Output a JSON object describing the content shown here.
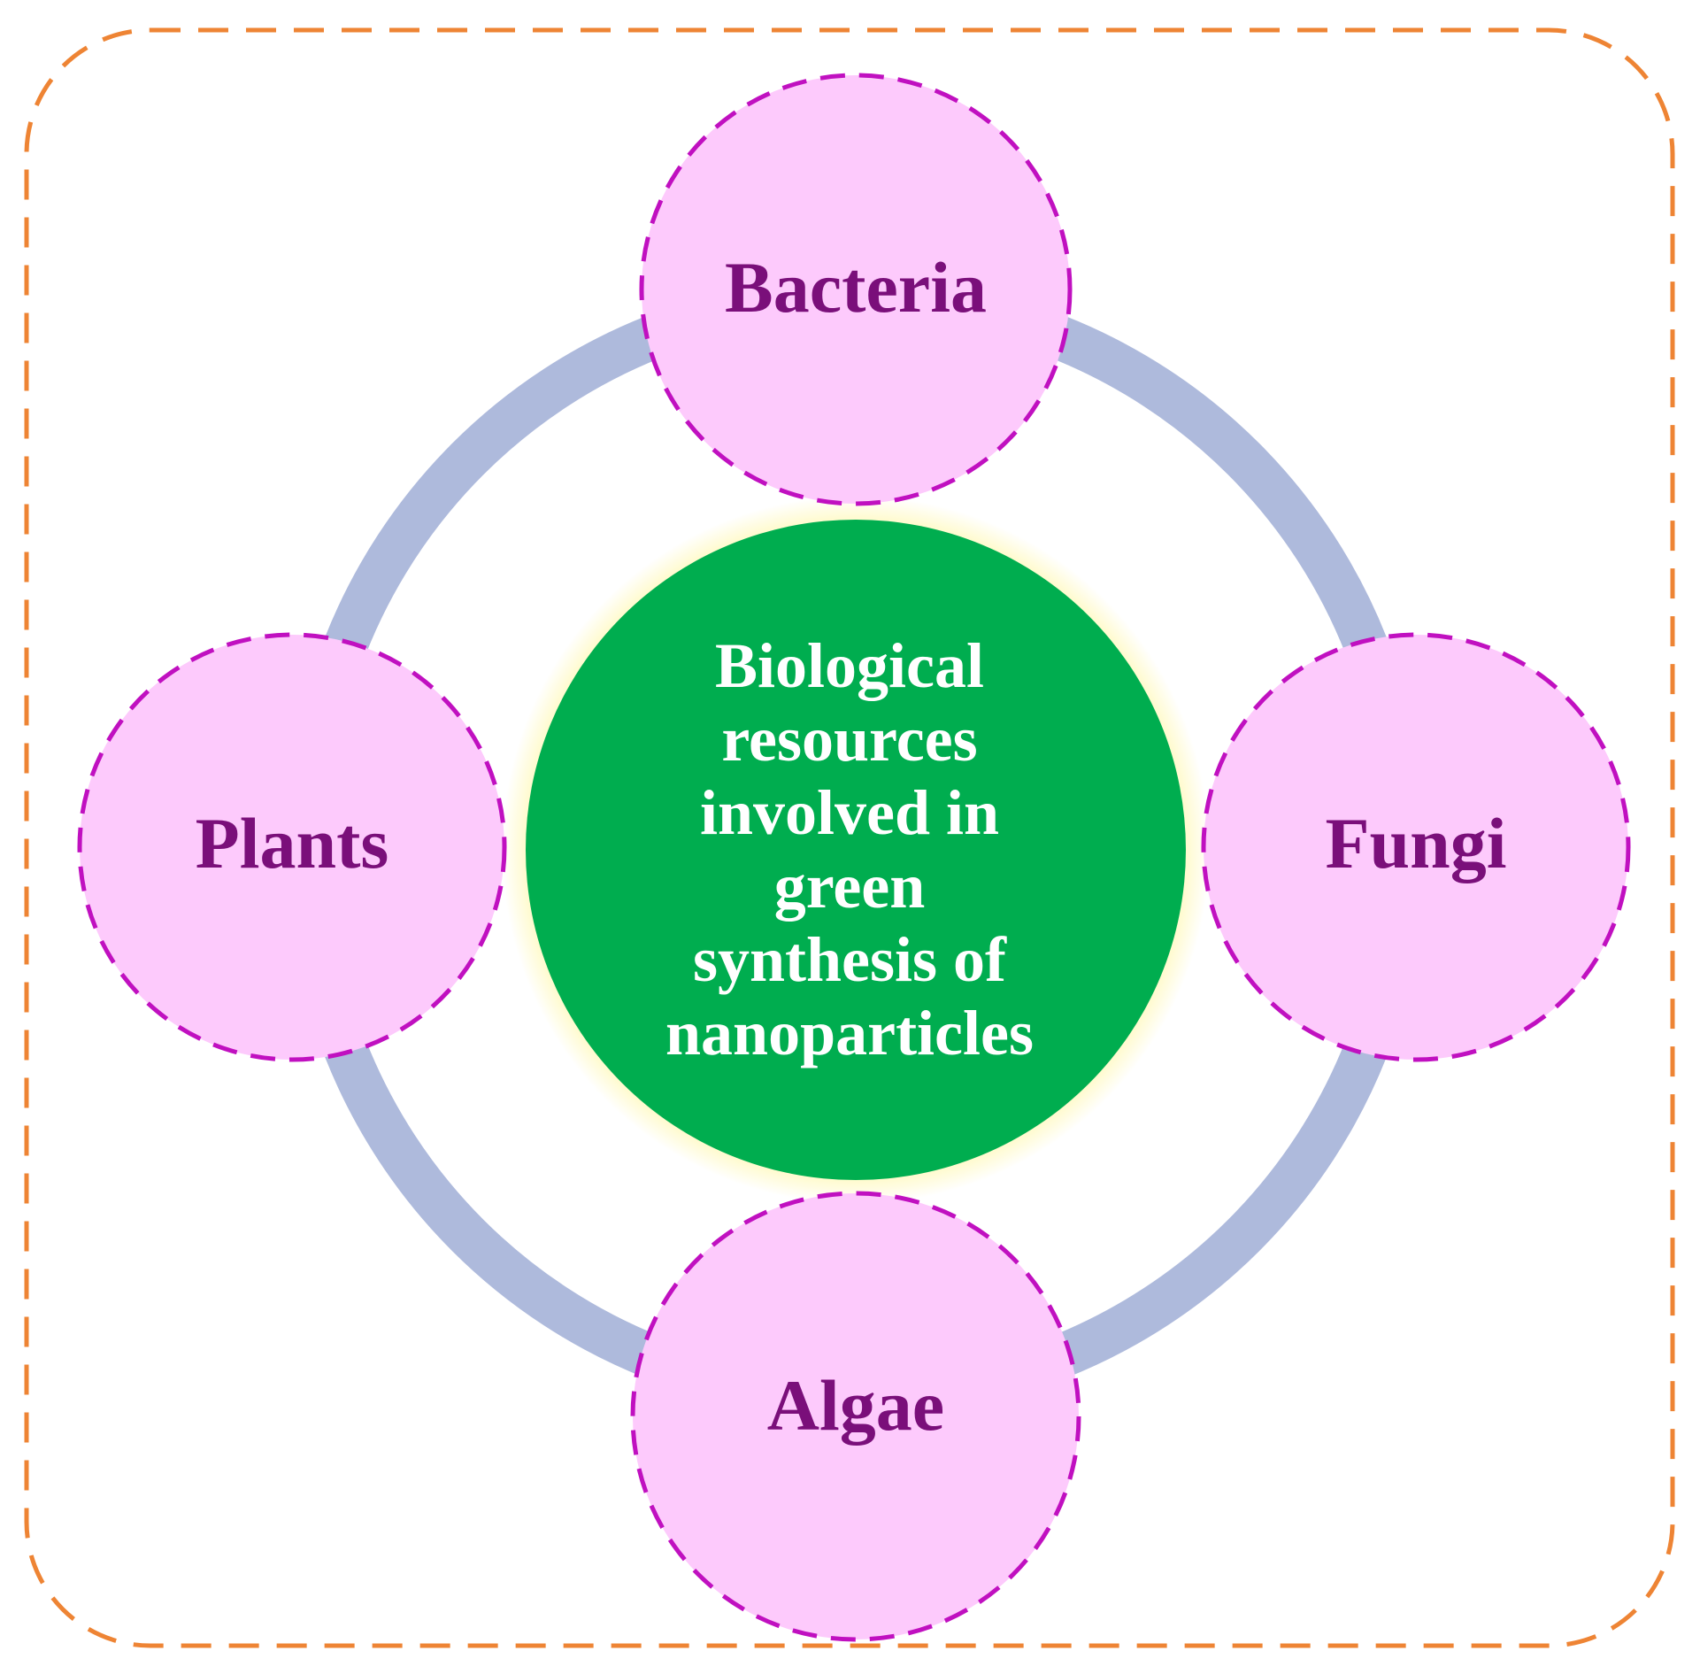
{
  "diagram": {
    "center": {
      "lines": [
        "Biological",
        "resources",
        "involved in",
        "green",
        "synthesis of",
        "nanoparticles"
      ]
    },
    "nodes": {
      "top": "Bacteria",
      "right": "Fungi",
      "bottom": "Algae",
      "left": "Plants"
    },
    "colors": {
      "frame_border": "#ee8434",
      "ring": "#aebadc",
      "node_fill": "#fdcafc",
      "node_border": "#c010c0",
      "node_text": "#7a0f7a",
      "center_fill": "#00ad4f",
      "center_glow": "#fff7a8",
      "center_text": "#ffffff"
    }
  }
}
